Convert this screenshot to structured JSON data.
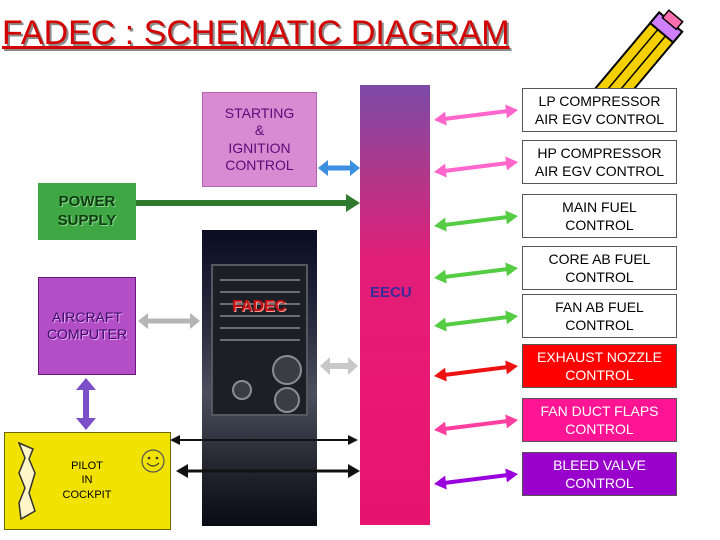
{
  "title": "FADEC : SCHEMATIC DIAGRAM",
  "starting_ignition": [
    "STARTING",
    "&",
    "IGNITION",
    "CONTROL"
  ],
  "power_supply": [
    "POWER",
    "SUPPLY"
  ],
  "aircraft_computer": [
    "AIRCRAFT",
    "COMPUTER"
  ],
  "pilot": [
    "PILOT",
    "IN",
    "COCKPIT"
  ],
  "fadec_label": "FADEC",
  "eecu_label": "EECU",
  "outputs": [
    {
      "lines": [
        "LP COMPRESSOR",
        "AIR EGV CONTROL"
      ],
      "bg": "#ffffff",
      "fg": "#000000",
      "arrow": "#ff66cc"
    },
    {
      "lines": [
        "HP COMPRESSOR",
        "AIR EGV CONTROL"
      ],
      "bg": "#ffffff",
      "fg": "#000000",
      "arrow": "#ff66cc"
    },
    {
      "lines": [
        "MAIN FUEL",
        "CONTROL"
      ],
      "bg": "#ffffff",
      "fg": "#000000",
      "arrow": "#55cc44"
    },
    {
      "lines": [
        "CORE AB FUEL",
        "CONTROL"
      ],
      "bg": "#ffffff",
      "fg": "#000000",
      "arrow": "#55cc44"
    },
    {
      "lines": [
        "FAN AB FUEL",
        "CONTROL"
      ],
      "bg": "#ffffff",
      "fg": "#000000",
      "arrow": "#55cc44"
    },
    {
      "lines": [
        "EXHAUST NOZZLE",
        "CONTROL"
      ],
      "bg": "#ff0000",
      "fg": "#ffffff",
      "arrow": "#ee1111"
    },
    {
      "lines": [
        "FAN DUCT FLAPS",
        "CONTROL"
      ],
      "bg": "#ff1493",
      "fg": "#ffffff",
      "arrow": "#ff3fa0"
    },
    {
      "lines": [
        "BLEED VALVE",
        "CONTROL"
      ],
      "bg": "#9900cc",
      "fg": "#ffffff",
      "arrow": "#9900dd"
    }
  ]
}
